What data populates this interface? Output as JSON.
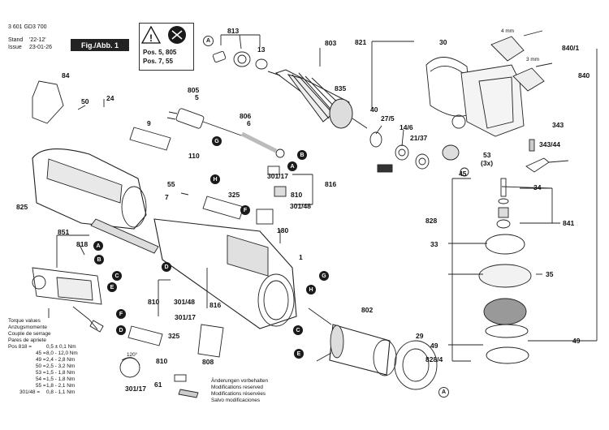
{
  "header": {
    "doc_number": "3 601 GD3 700",
    "stand_label": "Stand",
    "stand_value": "'22-12'",
    "issue_label": "Issue",
    "issue_value": "23-01-26",
    "fig_label": "Fig./Abb. 1"
  },
  "warning_box": {
    "line1": "Pos. 5, 805",
    "line2": "Pos. 7, 55"
  },
  "part_labels": {
    "p813": "813",
    "p803": "803",
    "p821": "821",
    "p30": "30",
    "p13": "13",
    "p805": "805",
    "p5": "5",
    "p835": "835",
    "p40": "40",
    "p27_5": "27/5",
    "p14_6": "14/6",
    "p21_37": "21/37",
    "p84": "84",
    "p50": "50",
    "p24": "24",
    "p9": "9",
    "p806": "806",
    "p6": "6",
    "p110": "110",
    "p53": "53",
    "p3x": "(3x)",
    "p45": "45",
    "p343": "343",
    "p343_44": "343/44",
    "p840_1": "840/1",
    "p840": "840",
    "p4mm": "4 mm",
    "p3mm": "3 mm",
    "p55": "55",
    "p7": "7",
    "p325a": "325",
    "p301_17a": "301/17",
    "p810a": "810",
    "p816a": "816",
    "p301_48a": "301/48",
    "p825": "825",
    "p180": "180",
    "p34": "34",
    "p828": "828",
    "p841": "841",
    "p851": "851",
    "p818": "818",
    "p33": "33",
    "p1": "1",
    "p35": "35",
    "p810b": "810",
    "p301_48b": "301/48",
    "p816b": "816",
    "p301_17b": "301/17",
    "p802": "802",
    "p325b": "325",
    "p808": "808",
    "p29": "29",
    "p49a": "49",
    "p49b": "49",
    "p828_4": "828/4",
    "p810c": "810",
    "p301_17c": "301/17",
    "p61": "61",
    "p120": "120°"
  },
  "markers": {
    "A": "A",
    "B": "B",
    "C": "C",
    "D": "D",
    "E": "E",
    "F": "F",
    "G": "G",
    "H": "H"
  },
  "torque": {
    "title_lines": [
      "Torque values",
      "Anzugsmomente",
      "Couple de serrage",
      "Pares de apriete"
    ],
    "rows": [
      {
        "pos": "Pos 818 =",
        "val": "0,5 ± 0,1 Nm"
      },
      {
        "pos": "45 =",
        "val": "8,0 - 12,0 Nm"
      },
      {
        "pos": "49 =",
        "val": "2,4 - 2,8 Nm"
      },
      {
        "pos": "50 =",
        "val": "2,5 - 3,2 Nm"
      },
      {
        "pos": "53 =",
        "val": "1,5 - 1,8 Nm"
      },
      {
        "pos": "54 =",
        "val": "1,5 - 1,8 Nm"
      },
      {
        "pos": "55 =",
        "val": "1,8 - 2,1 Nm"
      },
      {
        "pos": "301/48 =",
        "val": "0,8 - 1,1 Nm"
      }
    ]
  },
  "footer_notes": [
    "Änderungen vorbehalten",
    "Modifications reserved",
    "Modifications réservées",
    "Salvo modificaciones"
  ]
}
